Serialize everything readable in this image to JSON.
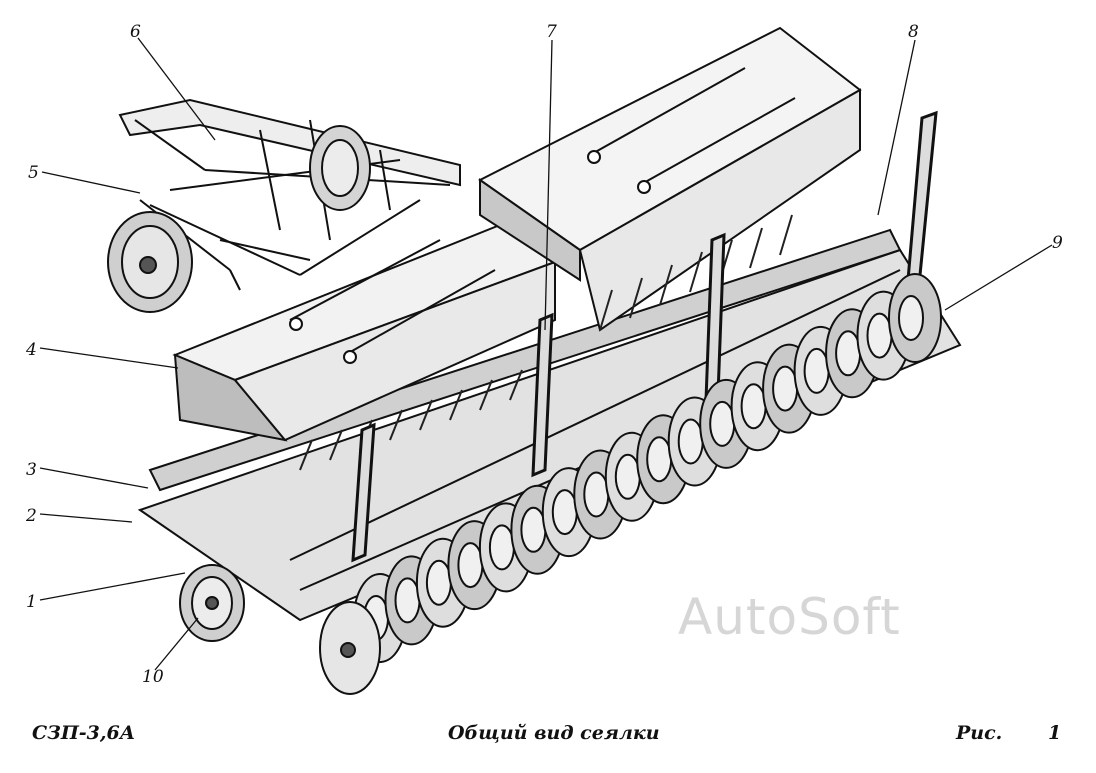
{
  "figure": {
    "callouts": [
      {
        "number": "1"
      },
      {
        "number": "2"
      },
      {
        "number": "3"
      },
      {
        "number": "4"
      },
      {
        "number": "5"
      },
      {
        "number": "6"
      },
      {
        "number": "7"
      },
      {
        "number": "8"
      },
      {
        "number": "9"
      },
      {
        "number": "10"
      }
    ]
  },
  "caption": {
    "model": "СЗП-3,6А",
    "title": "Общий вид сеялки",
    "figure_label": "Рис.",
    "figure_number": "1"
  },
  "watermark": "AutoSoft"
}
